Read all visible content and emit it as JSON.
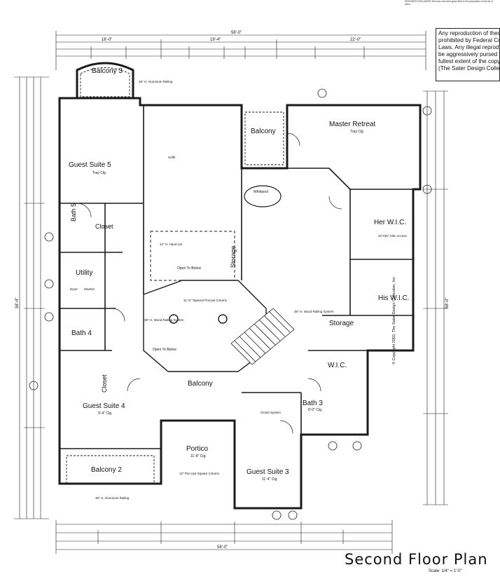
{
  "notice": {
    "lines": [
      "Any reproduction of these",
      "prohibited by Federal Cop",
      "Laws. Any illegal reprodu",
      "be aggressively pursed to",
      "fullest extent of the copyri",
      "(The Sater Design Collecti"
    ]
  },
  "fineprint": "DESIGNER DISCLAIMER: We have exercised great effort in the preparation of this set of plans...",
  "title": "Second Floor Plan",
  "scale": "Scale: 1/4\" = 1'-0\"",
  "copyright": "© Copyright 2002, The Sater Design Collection, Inc.",
  "overall_dims": {
    "top": "58'-0\"",
    "bottom": "58'-0\"",
    "left": "58'-4\"",
    "right": "58'-0\"",
    "top_left_seg": "16'-0\"",
    "top_mid_seg": "19'-4\"",
    "top_right_seg": "22'-0\""
  },
  "rooms": [
    {
      "key": "balcony3",
      "name": "Balcony 3"
    },
    {
      "key": "gs5",
      "name": "Guest Suite 5",
      "sub": "Tray Clg."
    },
    {
      "key": "balcony_top",
      "name": "Balcony"
    },
    {
      "key": "master",
      "name": "Master Retreat",
      "sub": "Tray Clg."
    },
    {
      "key": "bath5",
      "name": "Bath 5"
    },
    {
      "key": "closet",
      "name": "Closet"
    },
    {
      "key": "utility",
      "name": "Utility"
    },
    {
      "key": "bath4",
      "name": "Bath 4"
    },
    {
      "key": "storage",
      "name": "Storage"
    },
    {
      "key": "herwic",
      "name": "Her W.I.C."
    },
    {
      "key": "hiswic",
      "name": "His W.I.C."
    },
    {
      "key": "storage2",
      "name": "Storage"
    },
    {
      "key": "closet_gs4",
      "name": "Closet"
    },
    {
      "key": "balcony_mid",
      "name": "Balcony"
    },
    {
      "key": "gs4",
      "name": "Guest Suite 4",
      "sub": "9'-4\" Clg."
    },
    {
      "key": "bath3",
      "name": "Bath 3",
      "sub": "8'-0\" Clg."
    },
    {
      "key": "wic",
      "name": "W.I.C."
    },
    {
      "key": "portico",
      "name": "Portico",
      "sub": "11'-8\" Clg."
    },
    {
      "key": "balcony2",
      "name": "Balcony 2"
    },
    {
      "key": "gs3",
      "name": "Guest Suite 3",
      "sub": "11'-4\" Clg."
    }
  ],
  "notes": {
    "open1": "Open To Below",
    "open2": "Open To Below",
    "whirlpool": "Whirlpool",
    "railing": "36\" H. Aluminum Railing",
    "railing2": "36\" H. Aluminum Railing",
    "wood_rail": "36\" H. Wood Railing System",
    "wood_rail2": "36\" H. Wood Railing System",
    "column": "41'-8\" Tapered Precast Column",
    "closet_system": "Closet System",
    "precast": "12\" Pre-cast Square Column",
    "handrail": "42\" H. Hand rail",
    "soffit": "Soffit",
    "attic": "22\"x36\" Attic Access",
    "dryer": "Dryer",
    "washer": "Washer"
  }
}
